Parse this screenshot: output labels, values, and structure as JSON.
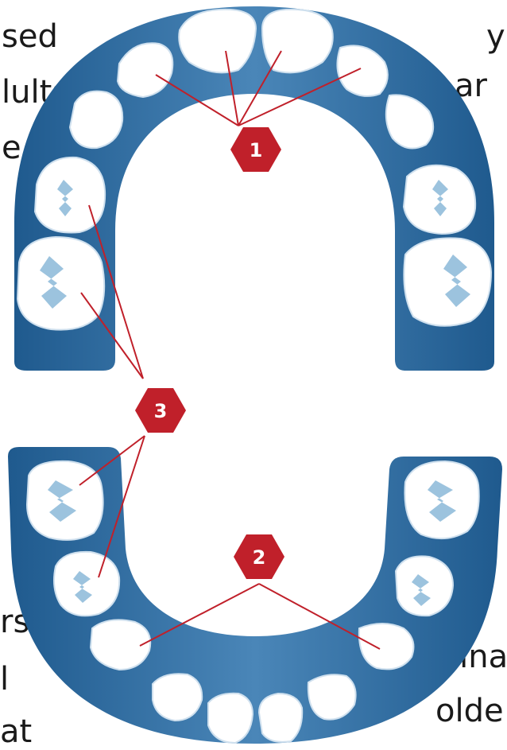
{
  "text_fragments": {
    "left_top": [
      "sed",
      "lults",
      "e 8"
    ],
    "right_top": [
      "y",
      "ar"
    ],
    "left_bottom": [
      "rs",
      "l",
      "at"
    ],
    "right_bottom": [
      "Fina",
      "olde"
    ]
  },
  "markers": [
    "1",
    "2",
    "3"
  ],
  "colors": {
    "arch_dark": "#1f5a8e",
    "arch_mid": "#4a86b8",
    "arch_light": "#a9c9e4",
    "tooth": "#ffffff",
    "tooth_groove": "#9cc3de",
    "marker_fill": "#c0202a",
    "leader_line": "#c0202a"
  }
}
